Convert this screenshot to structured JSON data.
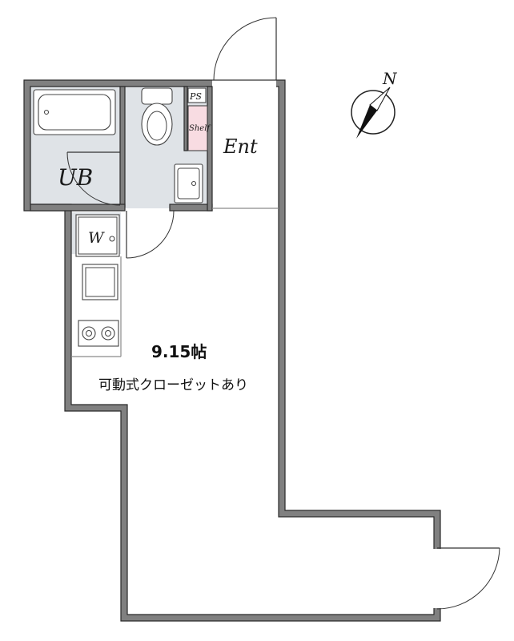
{
  "plan": {
    "room_size": "9.15帖",
    "room_note": "可動式クローゼットあり"
  },
  "labels": {
    "unit_bath": "UB",
    "washer": "W",
    "entrance": "Ent",
    "pipe_space": "PS",
    "shelf": "Shelf"
  },
  "compass": {
    "north": "N"
  },
  "colors": {
    "wall": "#808080",
    "wet_area": "#dfe3e7",
    "shelf": "#f8dce2"
  }
}
